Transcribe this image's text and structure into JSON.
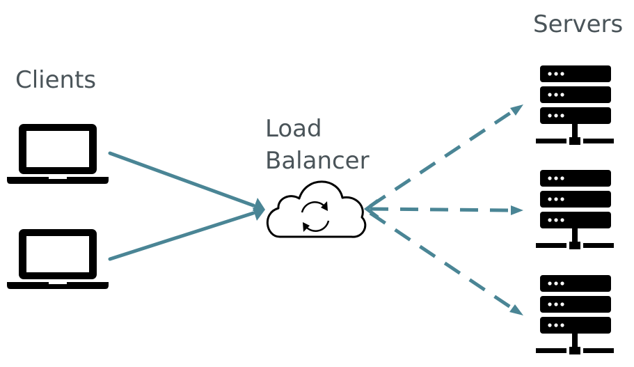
{
  "labels": {
    "clients": "Clients",
    "load_balancer_line1": "Load",
    "load_balancer_line2": "Balancer",
    "servers": "Servers"
  },
  "colors": {
    "arrow": "#4a8595",
    "text": "#4a5459",
    "icon": "#000000"
  },
  "icons": {
    "client": "laptop-icon",
    "load_balancer": "cloud-sync-icon",
    "server": "server-rack-icon"
  }
}
